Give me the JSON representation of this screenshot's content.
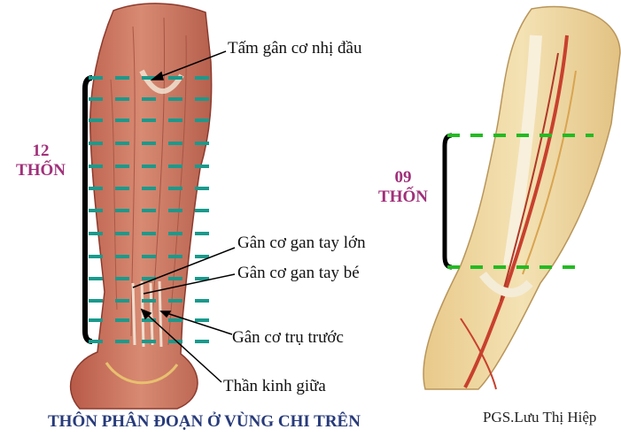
{
  "labels": {
    "biceps_aponeurosis": "Tấm gân cơ nhị đầu",
    "flexor_carpi_radialis": "Gân cơ gan tay lớn",
    "palmaris_longus": "Gân cơ gan tay bé",
    "flexor_carpi_ulnaris": "Gân cơ trụ trước",
    "median_nerve": "Thần kinh giữa"
  },
  "left_measure": {
    "number": "12",
    "unit": "THỐN"
  },
  "right_measure": {
    "number": "09",
    "unit": "THỐN"
  },
  "title": "THÔN PHÂN ĐOẠN Ở VÙNG CHI TRÊN",
  "author": "PGS.Lưu Thị Hiệp",
  "colors": {
    "segment_lines_left": "#1a9a8c",
    "segment_lines_right": "#22bb22",
    "measure_text": "#a0307a",
    "title_text": "#273a7a"
  }
}
